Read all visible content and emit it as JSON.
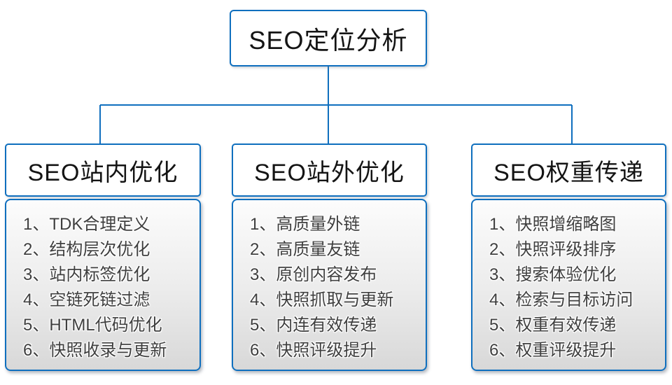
{
  "colors": {
    "accent": "#0f6fbe",
    "box_grad_top": "#fcfcfc",
    "box_grad_bottom": "#d8d8d8",
    "item_text": "#3f3f3f",
    "title_text": "#141414"
  },
  "root": {
    "title": "SEO定位分析"
  },
  "branches": [
    {
      "title": "SEO站内优化",
      "items": [
        "1、TDK合理定义",
        "2、结构层次优化",
        "3、站内标签优化",
        "4、空链死链过滤",
        "5、HTML代码优化",
        "6、快照收录与更新"
      ]
    },
    {
      "title": "SEO站外优化",
      "items": [
        "1、高质量外链",
        "2、高质量友链",
        "3、原创内容发布",
        "4、快照抓取与更新",
        "5、内连有效传递",
        "6、快照评级提升"
      ]
    },
    {
      "title": "SEO权重传递",
      "items": [
        "1、快照增缩略图",
        "2、快照评级排序",
        "3、搜索体验优化",
        "4、检索与目标访问",
        "5、权重有效传递",
        "6、权重评级提升"
      ]
    }
  ]
}
